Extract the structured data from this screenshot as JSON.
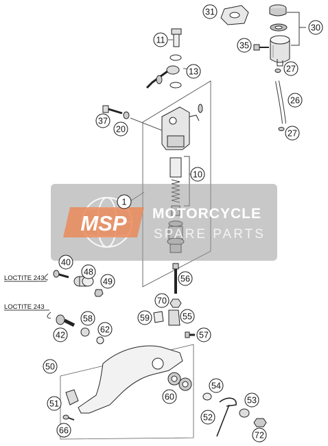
{
  "watermark": {
    "logo": "MSP",
    "title": "MOTORCYCLE",
    "subtitle": "SPARE PARTS"
  },
  "loctite_labels": [
    "LOCTITE 243",
    "LOCTITE 243"
  ],
  "callouts": {
    "c1": "1",
    "c10": "10",
    "c11": "11",
    "c13": "13",
    "c20": "20",
    "c26": "26",
    "c27a": "27",
    "c27b": "27",
    "c30": "30",
    "c31": "31",
    "c35": "35",
    "c37": "37",
    "c40": "40",
    "c42": "42",
    "c48": "48",
    "c49": "49",
    "c50": "50",
    "c51": "51",
    "c52": "52",
    "c53": "53",
    "c54": "54",
    "c55": "55",
    "c56": "56",
    "c57": "57",
    "c58": "58",
    "c59": "59",
    "c60": "60",
    "c62": "62",
    "c66": "66",
    "c70": "70",
    "c72": "72"
  }
}
